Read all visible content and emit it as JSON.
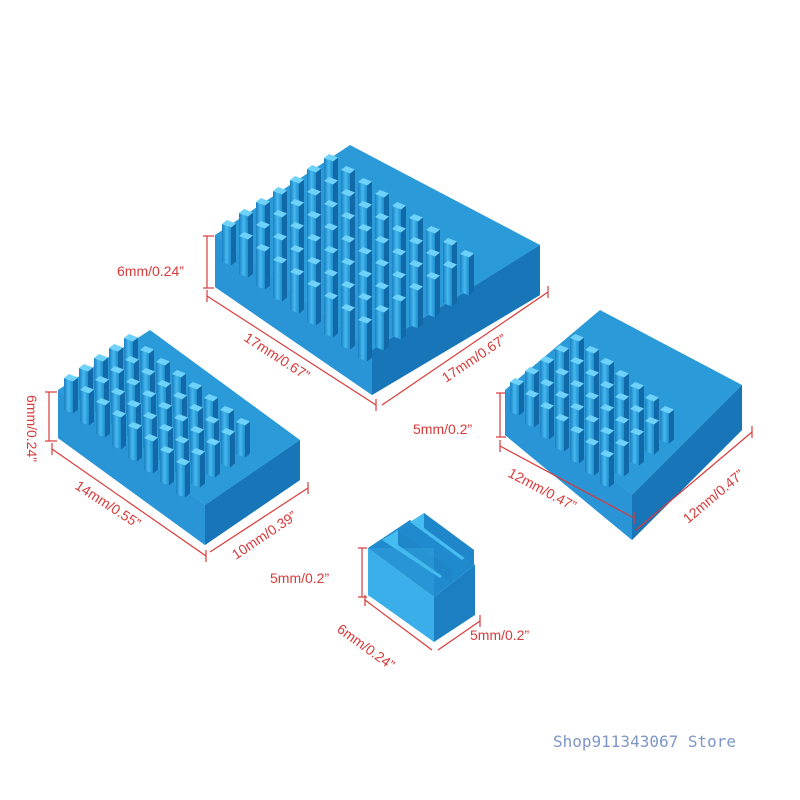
{
  "colors": {
    "heatsink_top": "#45bdf0",
    "heatsink_side": "#1e86c9",
    "heatsink_dark": "#1269a8",
    "dimension_line": "#d83a3a",
    "watermark": "#7e97c8"
  },
  "heatsinks": [
    {
      "name": "large",
      "labels": {
        "height": "6mm/0.24”",
        "width": "17mm/0.67”",
        "depth": "17mm/0.67”"
      }
    },
    {
      "name": "medium-left",
      "labels": {
        "height": "6mm/0.24”",
        "width": "14mm/0.55”",
        "depth": "10mm/0.39”"
      }
    },
    {
      "name": "medium-right",
      "labels": {
        "height": "5mm/0.2”",
        "width": "12mm/0.47”",
        "depth": "12mm/0.47”"
      }
    },
    {
      "name": "small",
      "labels": {
        "height": "5mm/0.2”",
        "width": "6mm/0.24”",
        "depth": "5mm/0.2”"
      }
    }
  ],
  "watermark": "Shop911343067 Store"
}
